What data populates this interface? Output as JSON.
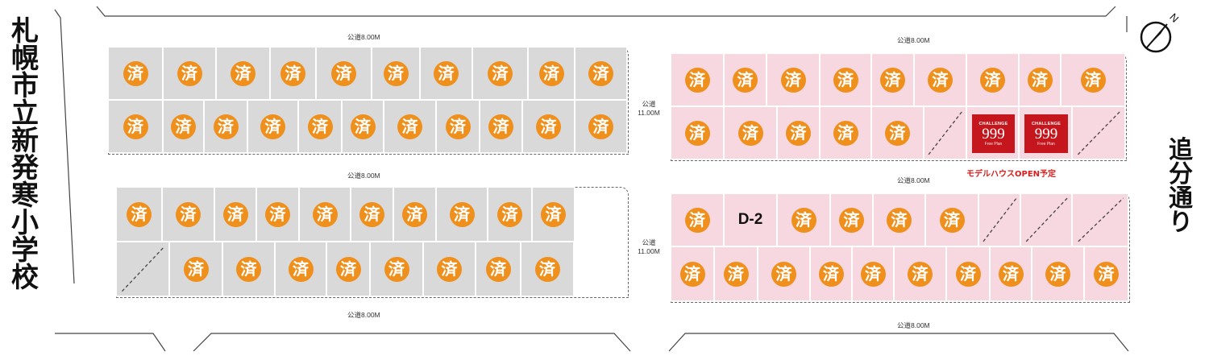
{
  "landmarks": {
    "left_school": "札幌市立新発寒小学校",
    "right_street": "追分通り"
  },
  "roads": {
    "top_left": "公道8.00M",
    "top_right": "公道8.00M",
    "middle_left": "公道8.00M",
    "middle_right": "公道8.00M",
    "bottom_left": "公道8.00M",
    "bottom_right": "公道8.00M",
    "center_upper": [
      "公道",
      "11.00M"
    ],
    "center_lower": [
      "公道",
      "11.00M"
    ]
  },
  "legend": {
    "sold_mark": "済",
    "compass_letter": "N"
  },
  "colors": {
    "sold_badge": "#ef8f1c",
    "gray_block": "#d9d9d9",
    "pink_block": "#f7d7e0",
    "plan_red": "#c4161c",
    "notice_red": "#d81f1f"
  },
  "plan_badge": {
    "challenge": "CHALLENGE",
    "number": "999",
    "free_plan": "Free Plan"
  },
  "notice": "モデルハウスOPEN予定",
  "lots": {
    "block_a_row1": [
      "済",
      "済",
      "済",
      "済",
      "済",
      "済",
      "済",
      "済",
      "済",
      "済"
    ],
    "block_a_row2": [
      "済",
      "済",
      "済",
      "済",
      "済",
      "済",
      "済",
      "済",
      "済",
      "済",
      "済"
    ],
    "block_b_row1": [
      "済",
      "済",
      "済",
      "済",
      "済",
      "済",
      "済",
      "済",
      "済",
      "済"
    ],
    "block_b_row2": [
      "empty",
      "済",
      "済",
      "済",
      "済",
      "済",
      "済",
      "済",
      "済"
    ],
    "block_c_row1": [
      "済",
      "済",
      "済",
      "済",
      "済",
      "済",
      "済",
      "済",
      "済"
    ],
    "block_c_row2": [
      "済",
      "済",
      "済",
      "済",
      "済",
      "empty",
      "plan",
      "plan",
      "empty"
    ],
    "block_d_row1": [
      "済",
      "D-2",
      "済",
      "済",
      "済",
      "済",
      "empty",
      "empty",
      "empty"
    ],
    "block_d_row2": [
      "済",
      "済",
      "済",
      "済",
      "済",
      "済",
      "済",
      "済",
      "済",
      "済"
    ]
  }
}
